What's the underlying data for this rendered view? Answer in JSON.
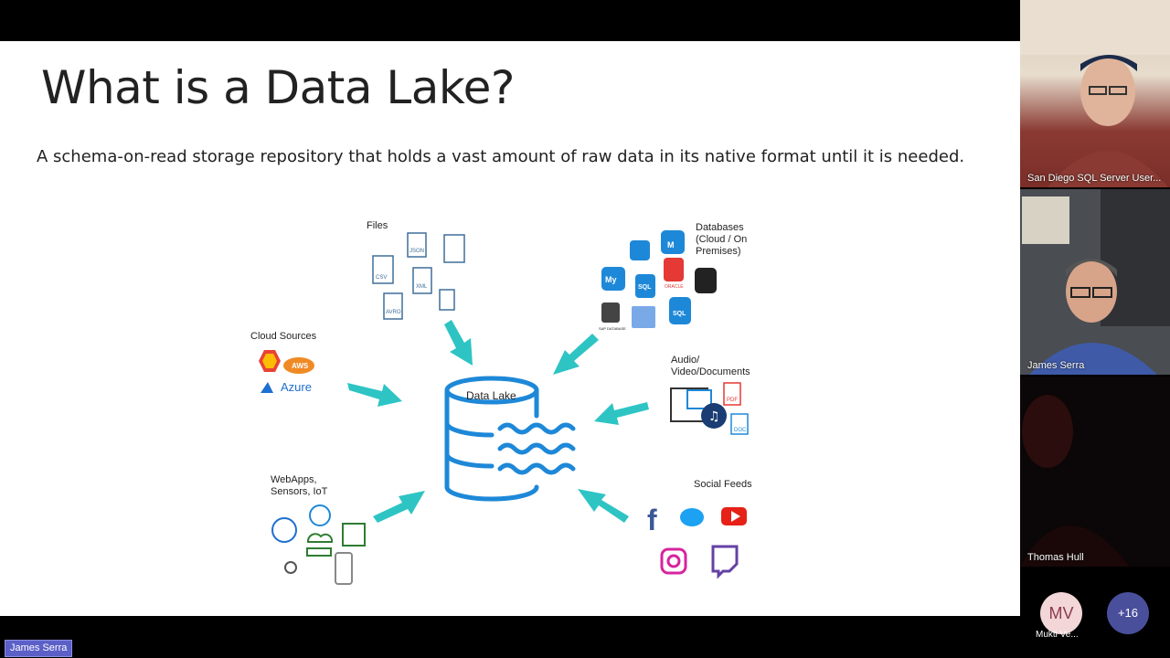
{
  "slide": {
    "title": "What is a Data Lake?",
    "subtitle": "A schema-on-read storage repository that holds a vast amount of raw data in its native format until it is needed.",
    "center_label": "Data Lake",
    "sources": {
      "files": "Files",
      "databases_1": "Databases",
      "databases_2": "(Cloud / On",
      "databases_3": "Premises)",
      "cloud": "Cloud Sources",
      "av_1": "Audio/",
      "av_2": "Video/Documents",
      "web_1": "WebApps,",
      "web_2": "Sensors, IoT",
      "social": "Social Feeds"
    },
    "file_tags": [
      "JSON",
      "CSV",
      "XML",
      "AVRO"
    ],
    "db_tags": [
      "SQL",
      "My",
      "M",
      "ORACLE",
      "SAP DATABASE"
    ],
    "cloud_tags": [
      "AWS",
      "Azure"
    ],
    "doc_tags": [
      "PDF",
      "DOC"
    ],
    "accent_color": "#2ec4c4",
    "lake_color": "#1e88d8"
  },
  "participants": {
    "tile1_name": "San Diego SQL Server User...",
    "tile2_name": "James Serra",
    "tile3_name": "Thomas Hull",
    "avatar_initials": "MV",
    "avatar_name": "Mukti Ve...",
    "more_count": "+16"
  },
  "presenter_label": "James Serra"
}
